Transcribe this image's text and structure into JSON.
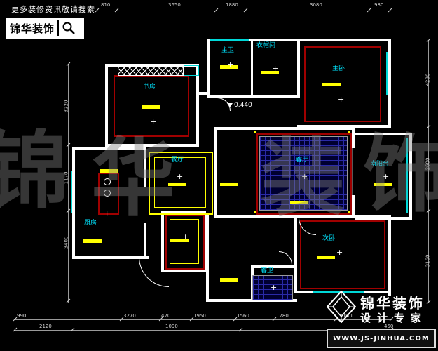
{
  "header": {
    "slogan": "更多装修资讯敬请搜索",
    "brand": "锦华装饰"
  },
  "footer": {
    "brand": "锦华装饰",
    "tagline": "设计专家",
    "website": "WWW.JS-JINHUA.COM"
  },
  "watermark": [
    "锦",
    "华",
    "装",
    "饰"
  ],
  "symbols": {
    "center_mark": "+"
  },
  "rooms": {
    "master_bath": {
      "label": "主卫"
    },
    "cloakroom": {
      "label": "衣帽间"
    },
    "master_bedroom": {
      "label": "主卧"
    },
    "study": {
      "label": "书房"
    },
    "dining": {
      "label": "餐厅"
    },
    "living": {
      "label": "客厅"
    },
    "south_balcony": {
      "label": "南阳台"
    },
    "kitchen": {
      "label": "厨房"
    },
    "second_bedroom": {
      "label": "次卧"
    },
    "guest_bath": {
      "label": "客卫"
    }
  },
  "elevation": "0.440",
  "dims": {
    "top": [
      "810",
      "3650",
      "1880",
      "3080",
      "980"
    ],
    "bottom1": [
      "990",
      "3270",
      "470",
      "1950",
      "1560",
      "1780",
      "5011"
    ],
    "bottom2": [
      "2120",
      "1090",
      "450"
    ],
    "left": [
      "3220",
      "1170",
      "3400"
    ],
    "right": [
      "4280",
      "2600",
      "3160"
    ]
  }
}
